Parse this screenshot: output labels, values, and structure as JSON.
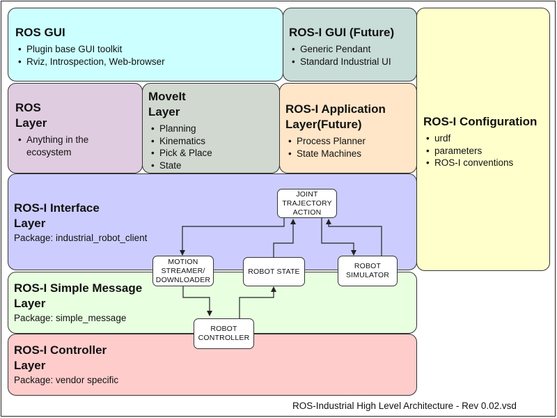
{
  "layers": {
    "ros_gui": {
      "title": "ROS GUI",
      "items": [
        "Plugin base GUI toolkit",
        "Rviz, Introspection, Web-browser"
      ]
    },
    "rosi_gui": {
      "title": "ROS-I GUI (Future)",
      "items": [
        "Generic Pendant",
        "Standard Industrial UI"
      ]
    },
    "ros_layer": {
      "title_line1": "ROS",
      "title_line2": "Layer",
      "items": [
        "Anything in the ecosystem"
      ]
    },
    "moveit": {
      "title_line1": "MoveIt",
      "title_line2": "Layer",
      "items": [
        "Planning",
        "Kinematics",
        "Pick & Place",
        "State"
      ]
    },
    "rosi_app": {
      "title_line1": "ROS-I Application",
      "title_line2": "Layer(Future)",
      "items": [
        "Process Planner",
        "State Machines"
      ]
    },
    "rosi_config": {
      "title": "ROS-I Configuration",
      "items": [
        "urdf",
        "parameters",
        "ROS-I conventions"
      ]
    },
    "rosi_interface": {
      "title_line1": "ROS-I Interface",
      "title_line2": "Layer",
      "package": "Package: industrial_robot_client"
    },
    "rosi_simple": {
      "title_line1": "ROS-I Simple Message",
      "title_line2": "Layer",
      "package": "Package: simple_message"
    },
    "rosi_controller": {
      "title_line1": "ROS-I Controller",
      "title_line2": "Layer",
      "package": "Package: vendor specific"
    }
  },
  "nodes": {
    "joint_trajectory_action": "JOINT\nTRAJECTORY\nACTION",
    "motion_streamer": "MOTION\nSTREAMER/\nDOWNLOADER",
    "robot_state": "ROBOT STATE",
    "robot_simulator": "ROBOT\nSIMULATOR",
    "robot_controller": "ROBOT\nCONTROLLER"
  },
  "colors": {
    "ros_gui": "#ccffff",
    "rosi_gui": "#c8dcd8",
    "ros_layer": "#e0cce0",
    "moveit": "#d0d8d0",
    "rosi_app": "#ffe6c8",
    "rosi_config": "#ffffcc",
    "rosi_interface": "#ccccff",
    "rosi_simple": "#e8ffe0",
    "rosi_controller": "#ffcccc",
    "controller_title": "#c00000"
  },
  "caption": "ROS-Industrial High Level Architecture - Rev 0.02.vsd"
}
